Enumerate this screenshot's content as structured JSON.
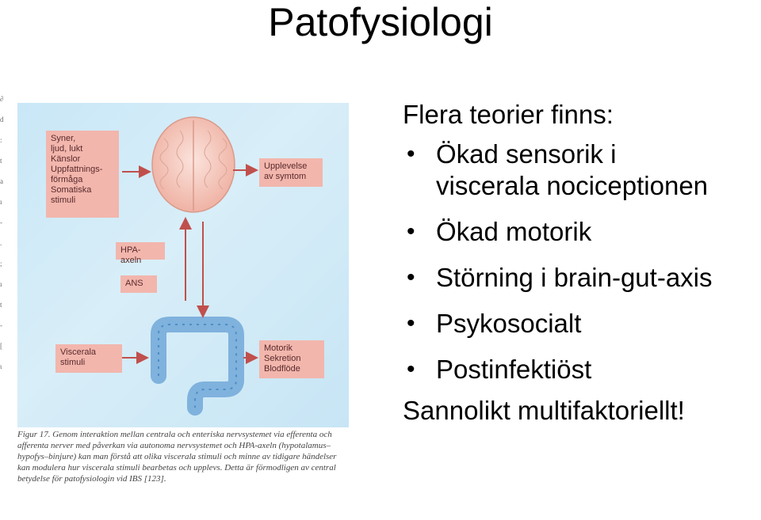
{
  "title": "Patofysiologi",
  "figure": {
    "boxes": {
      "sensory": [
        "Syner,",
        "ljud, lukt",
        "Känslor",
        "Uppfattnings-",
        "förmåga",
        "Somatiska",
        "stimuli"
      ],
      "experience": [
        "Upplevelse",
        "av symtom"
      ],
      "hpa": "HPA-axeln",
      "ans": "ANS",
      "visceral": [
        "Viscerala",
        "stimuli"
      ],
      "motor": [
        "Motorik",
        "Sekretion",
        "Blodflöde"
      ]
    },
    "caption": "Figur 17. Genom interaktion mellan centrala och enteriska nervsystemet via efferenta och afferenta nerver med påverkan via autonoma nervsystemet och HPA-axeln (hypotalamus–hypofys–binjure) kan man förstå att olika viscerala stimuli och minne av tidigare händelser kan modulera hur viscerala stimuli bearbetas och upplevs. Detta är förmodligen av central betydelse för patofysiologin vid IBS [123]."
  },
  "content": {
    "intro": "Flera teorier finns:",
    "bullets": [
      {
        "lines": [
          "Ökad sensorik i",
          "viscerala nociceptionen"
        ]
      },
      {
        "lines": [
          "Ökad motorik"
        ]
      },
      {
        "lines": [
          "Störning i brain-gut-axis"
        ]
      },
      {
        "lines": [
          "Psykosocialt"
        ]
      },
      {
        "lines": [
          "Postinfektiöst"
        ]
      }
    ],
    "bullet_symbol": "•",
    "conclusion": "Sannolikt multifaktoriellt!"
  },
  "colors": {
    "box_fill": "#f2b6ad",
    "arrow": "#c0504d",
    "diagram_bg": "#cde9f6",
    "brain": "#f3c1b6",
    "colon": "#7fb2dd"
  }
}
